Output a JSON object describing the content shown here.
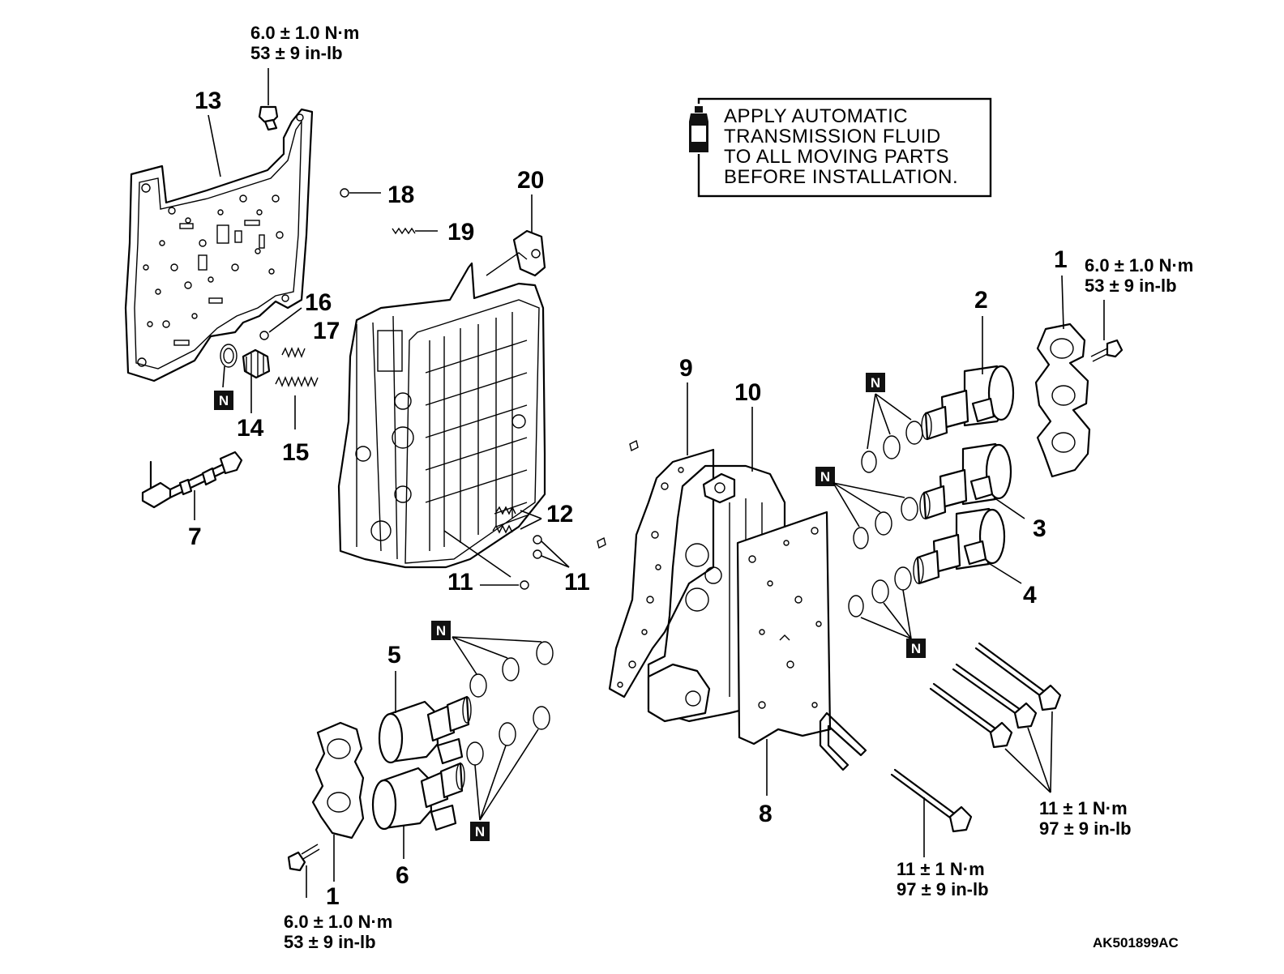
{
  "notice": {
    "lines": [
      "APPLY AUTOMATIC",
      "TRANSMISSION FLUID",
      "TO ALL MOVING PARTS",
      "BEFORE INSTALLATION."
    ],
    "icon": "fluid-bottle-icon"
  },
  "reference_code": "AK501899AC",
  "new_part_mark": "N",
  "torque_specs": {
    "small_bolt": {
      "metric": "6.0 ± 1.0 N·m",
      "imperial": "53 ± 9 in-lb"
    },
    "large_bolt": {
      "metric": "11 ± 1 N·m",
      "imperial": "97 ± 9 in-lb"
    }
  },
  "callouts": {
    "c1": "1",
    "c2": "2",
    "c3": "3",
    "c4": "4",
    "c5": "5",
    "c6": "6",
    "c7": "7",
    "c8": "8",
    "c9": "9",
    "c10": "10",
    "c11": "11",
    "c12": "12",
    "c13": "13",
    "c14": "14",
    "c15": "15",
    "c16": "16",
    "c17": "17",
    "c18": "18",
    "c19": "19",
    "c20": "20"
  }
}
